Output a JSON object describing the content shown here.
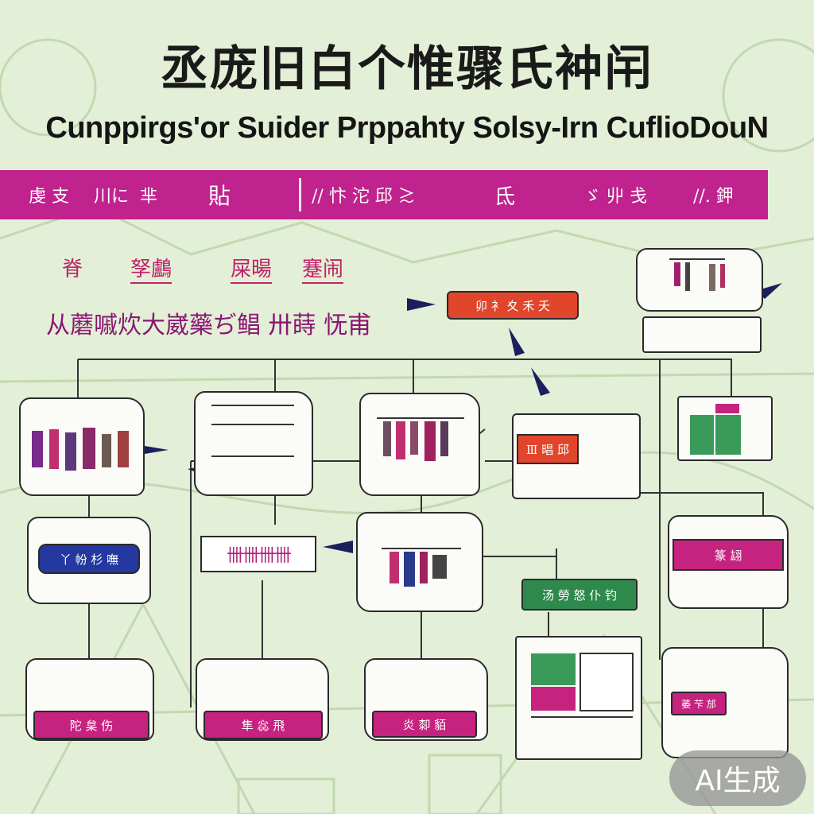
{
  "header": {
    "title_cn": "丞庞旧白个惟骤氏衶闬",
    "title_en": "Cunppirgs'or Suider Prppahty Solsy-Irn CuflioDouN"
  },
  "banner": {
    "items": [
      "虔 支",
      "川に",
      "芈",
      "貼",
      "// 忭 沱 邱 ≳",
      "氐",
      "ゞ 丱 戋",
      "//. 鉀"
    ]
  },
  "subtitle": {
    "line1_a": "脊",
    "line1_b": "孥鸕",
    "line1_c": "屎暘",
    "line1_d": "蹇闹",
    "line2": "从蘑嘁炊大崴藥ぢ鲳 卅蒔 怃甫"
  },
  "flow": {
    "top_red_label": "卯 衤 夊 禾 夭",
    "mid_red_label": "Ⅲ 晿 邱",
    "blue_label": "丫 帉 杉 嘸",
    "striped_label": "卌卌卌卌",
    "right_pink_label": "篆 翃",
    "green_label": "汤 勞 怒 仆 钓",
    "bottom_labels": [
      "陀 枲 伤",
      "隼 惢 飛",
      "炎 厀 貊",
      "萎 芐 邡"
    ]
  },
  "colors": {
    "banner": "#c0228e",
    "pink": "#c5237f",
    "red": "#e1452b",
    "green": "#2e8a4c",
    "blue": "#2438a0",
    "background": "#e3efd6"
  },
  "badge": {
    "text": "AI生成"
  }
}
